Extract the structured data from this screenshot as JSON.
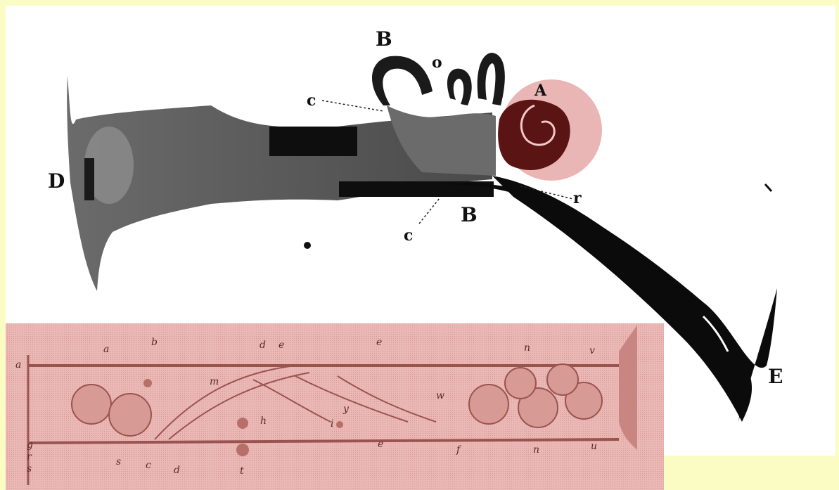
{
  "upper_figure": {
    "labels": {
      "B_top": "B",
      "o": "o",
      "A": "A",
      "c_upper": "c",
      "D": "D",
      "r": "r",
      "B_bottom": "B",
      "c_lower": "c",
      "E": "E"
    }
  },
  "lower_figure": {
    "labels": {
      "a_left": "a",
      "a_top": "a",
      "b_top": "b",
      "d_top": "d",
      "e_top": "e",
      "e_top2": "e",
      "n_top": "n",
      "v_top": "v",
      "m": "m",
      "w": "w",
      "y": "y",
      "h": "h",
      "i": "i",
      "g": "g",
      "r": "r",
      "s_left": "s",
      "s_bottom": "s",
      "c_bottom": "c",
      "d_bottom": "d",
      "t": "t",
      "e_bottom": "e",
      "f": "f",
      "n_bottom": "n",
      "u": "u"
    }
  },
  "colors": {
    "background": "#fbfcc4",
    "panel": "#ffffff",
    "ink": "#0b0b0b",
    "highlight_circle": "#d97a78",
    "lower_panel": "#e8b4b1"
  }
}
